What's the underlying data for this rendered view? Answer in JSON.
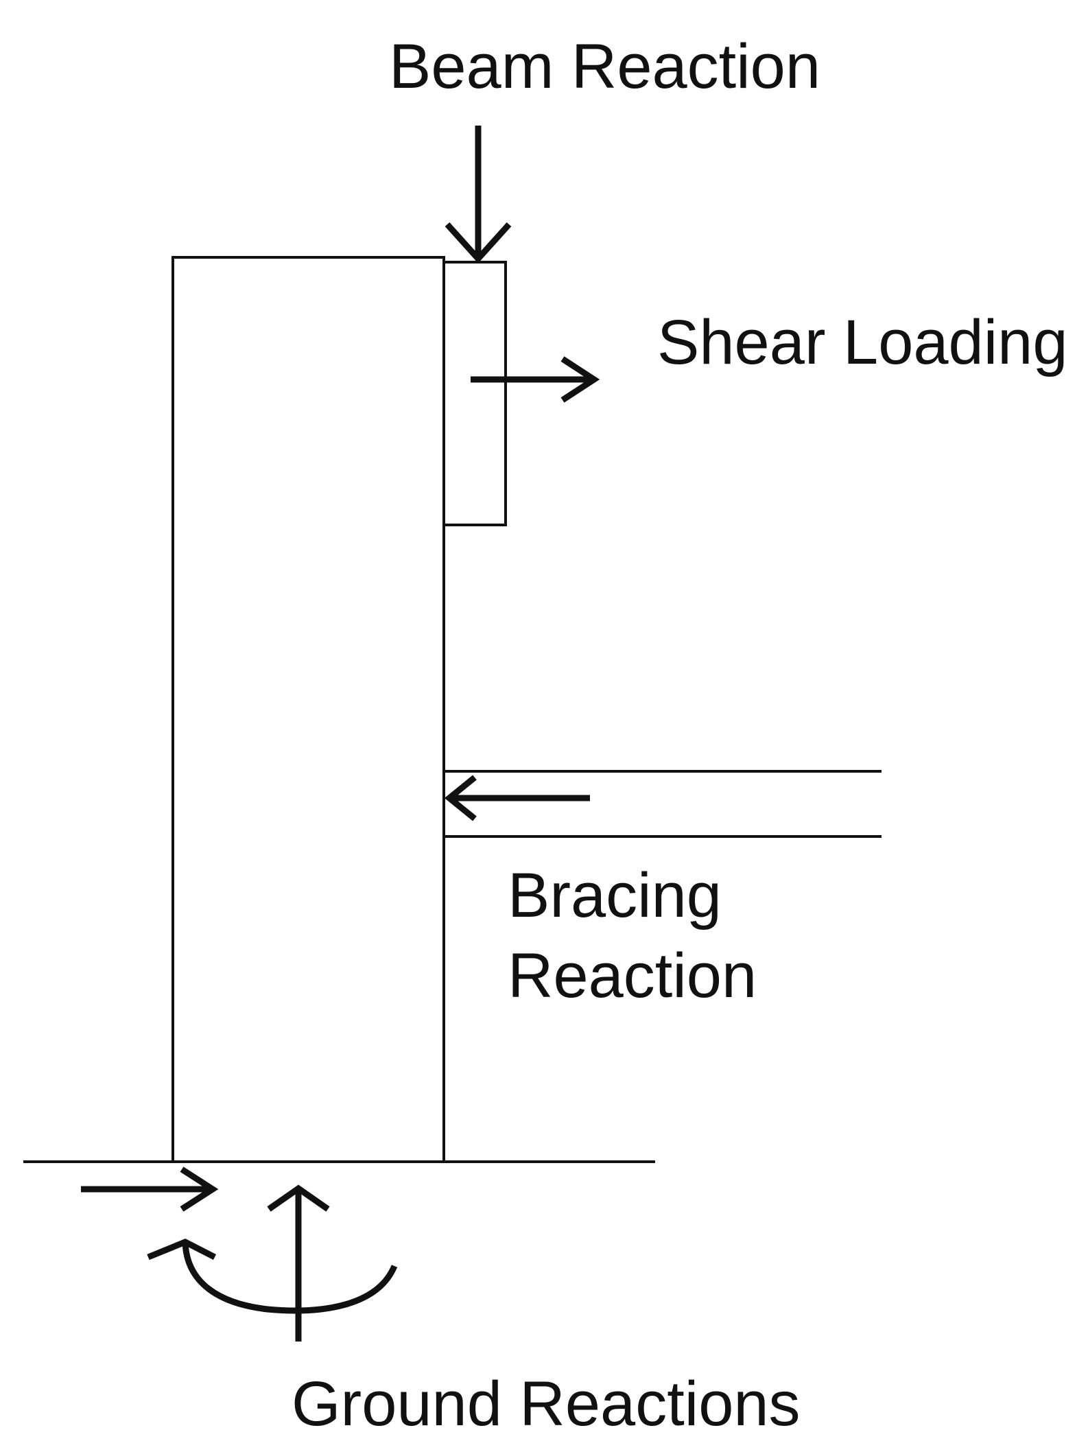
{
  "labels": {
    "beam_reaction": "Beam Reaction",
    "shear_loading": "Shear Loading",
    "bracing_line1": "Bracing",
    "bracing_line2": "Reaction",
    "ground_reactions": "Ground Reactions"
  },
  "colors": {
    "ink": "#111111",
    "background": "#ffffff"
  }
}
